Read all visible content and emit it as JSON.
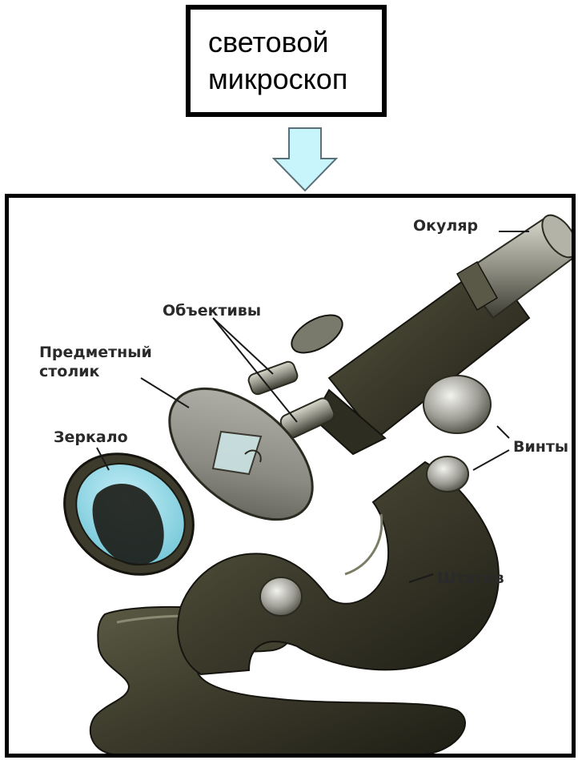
{
  "title": {
    "line1": "световой",
    "line2": "микроскоп"
  },
  "arrow": {
    "fill": "#c8f4fb",
    "stroke": "#5a6f78"
  },
  "labels": {
    "eyepiece": "Окуляр",
    "objectives": "Объективы",
    "stage_line1": "Предметный",
    "stage_line2": "столик",
    "mirror": "Зеркало",
    "screws": "Винты",
    "stand": "Штатив"
  },
  "colors": {
    "body": "#3b3a2c",
    "metal": "#9a9a92",
    "mirror": "#8fd6e6"
  }
}
